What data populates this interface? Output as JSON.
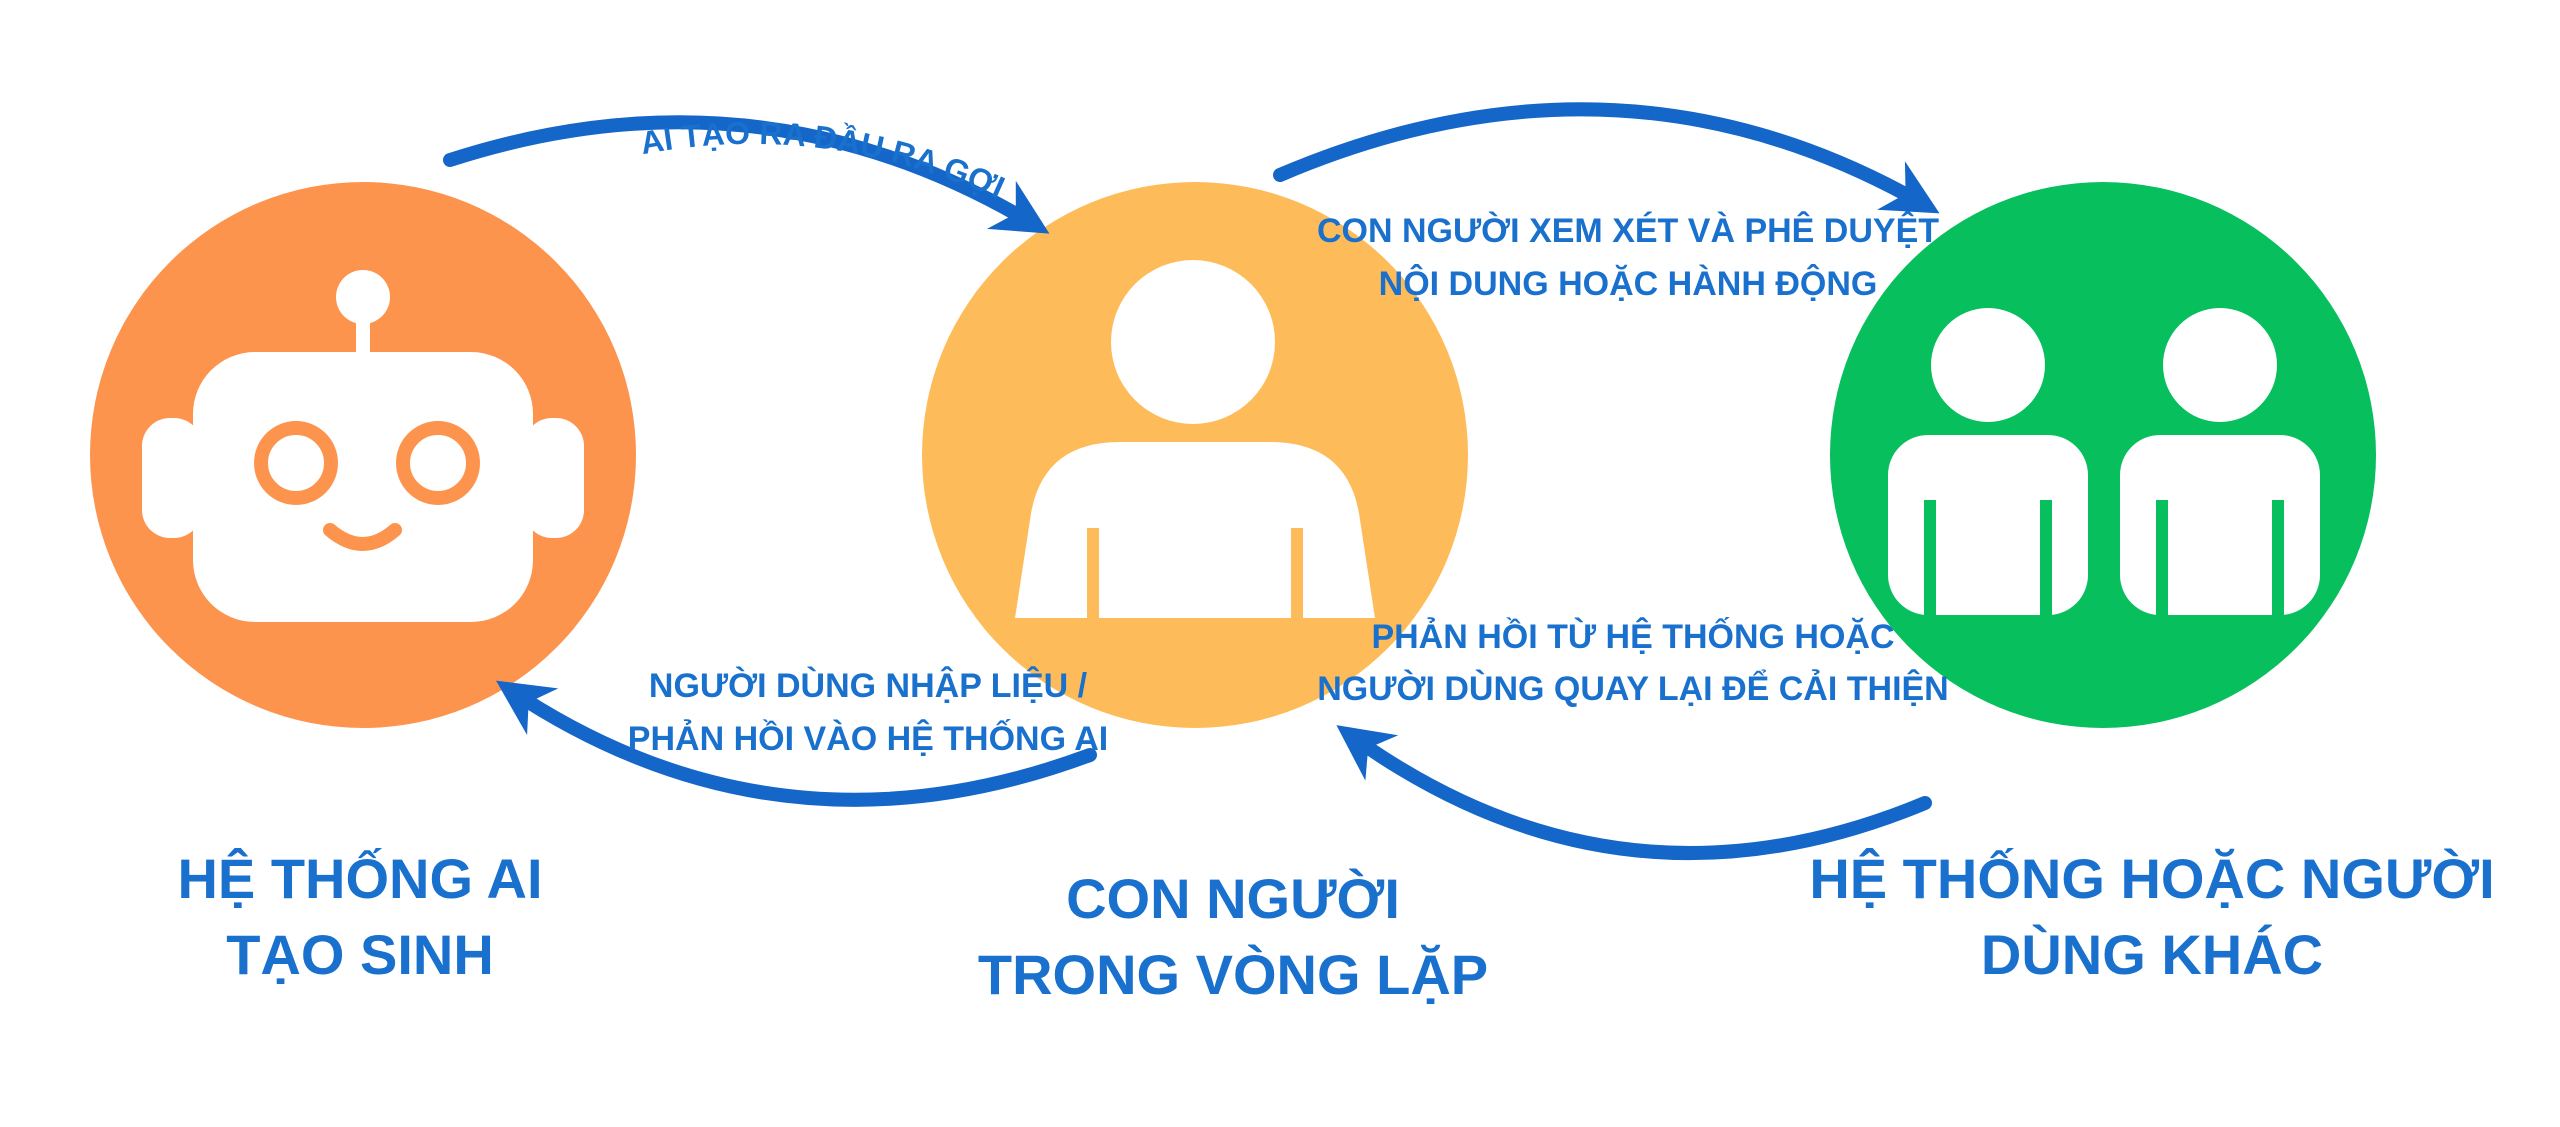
{
  "nodes": {
    "ai_system": {
      "line1": "HỆ THỐNG AI",
      "line2": "TẠO SINH",
      "color": "#fd944e"
    },
    "human": {
      "line1": "CON NGƯỜI",
      "line2": "TRONG VÒNG LẶP",
      "color": "#fdbc59"
    },
    "other": {
      "line1": "HỆ THỐNG HOẶC NGƯỜI",
      "line2": "DÙNG KHÁC",
      "color": "#08bf5e"
    }
  },
  "edges": {
    "ai_to_human": {
      "line1": "AI TẠO RA ĐẦU RA GỢI Ý"
    },
    "human_to_other": {
      "line1": "CON NGƯỜI XEM XÉT VÀ PHÊ DUYỆT",
      "line2": "NỘI DUNG HOẶC HÀNH ĐỘNG"
    },
    "human_to_ai": {
      "line1": "NGƯỜI DÙNG NHẬP LIỆU /",
      "line2": "PHẢN HỒI VÀO HỆ THỐNG AI"
    },
    "other_to_human": {
      "line1": "PHẢN HỒI TỪ HỆ THỐNG HOẶC",
      "line2": "NGƯỜI DÙNG QUAY LẠI ĐỂ CẢI THIỆN"
    }
  },
  "colors": {
    "text": "#1970cd",
    "arrow": "#1466c8",
    "icon": "#ffffff",
    "background": "#ffffff"
  },
  "icons": {
    "ai_system": "robot-icon",
    "human": "person-icon",
    "other": "two-people-icon"
  }
}
